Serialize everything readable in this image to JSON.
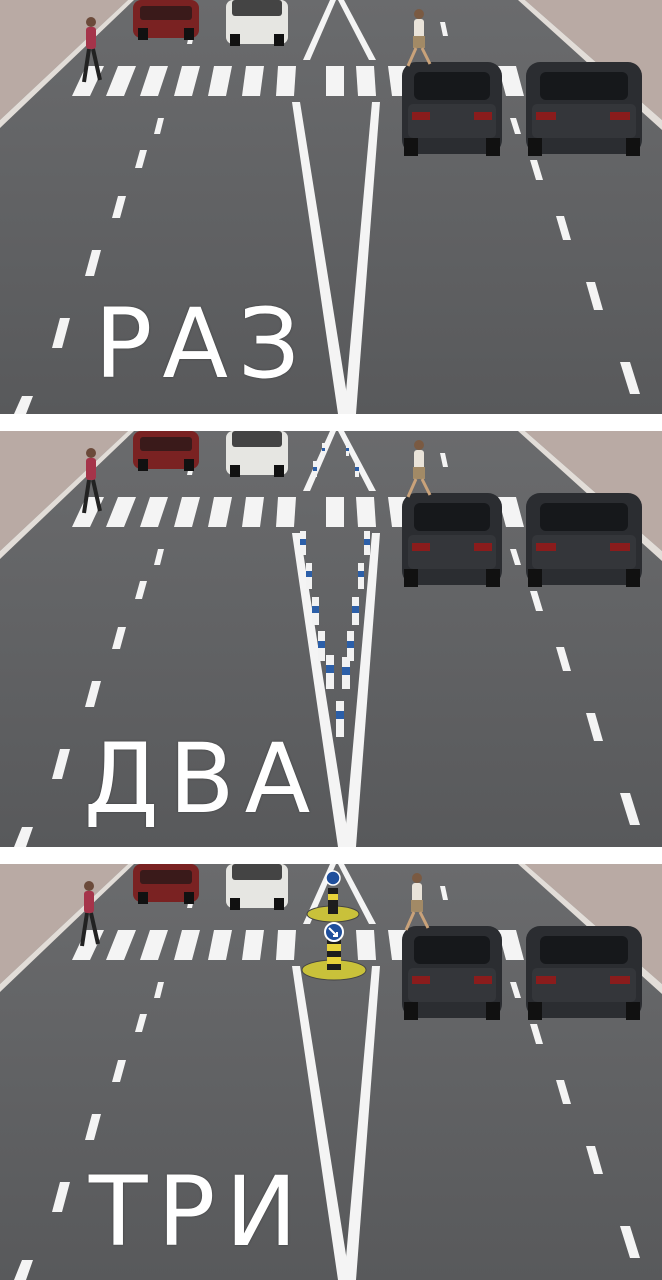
{
  "panels": [
    {
      "caption": "РАЗ",
      "variant": "markings-only"
    },
    {
      "caption": "ДВА",
      "variant": "markings-with-bollards"
    },
    {
      "caption": "ТРИ",
      "variant": "markings-with-refuge-island"
    }
  ],
  "colors": {
    "asphalt": "#5e5f61",
    "asphalt_dark": "#4f5052",
    "sidewalk": "#b9aaa4",
    "curb": "#d8d4cf",
    "marking": "#f4f4f4",
    "suv": "#2b2d31",
    "sedan_red": "#7a2222",
    "van_white": "#e6e6e2",
    "island_yellow": "#c9c13a"
  },
  "icons": [
    "suv-icon",
    "sedan-icon",
    "van-icon",
    "pedestrian-icon",
    "bollard-icon",
    "keep-right-sign-icon"
  ]
}
